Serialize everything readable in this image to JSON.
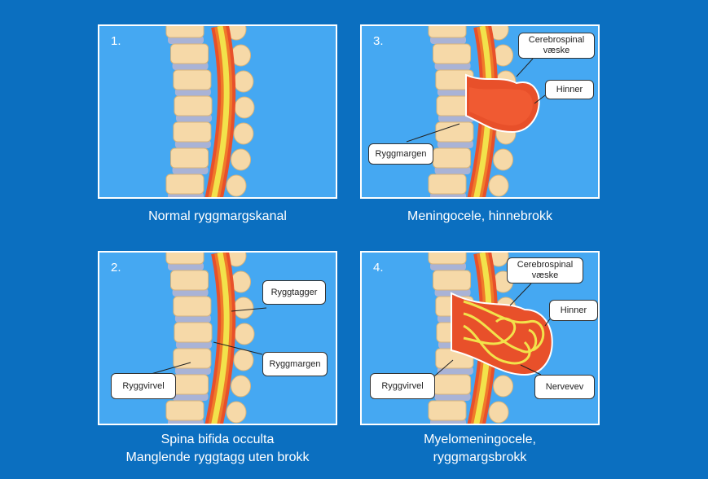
{
  "panels": {
    "p1": {
      "number": "1.",
      "caption": [
        "Normal ryggmargskanal"
      ]
    },
    "p2": {
      "number": "2.",
      "caption": [
        "Spina bifida occulta",
        "Manglende ryggtagg uten brokk"
      ],
      "labels": {
        "spinous": "Ryggtagger",
        "cord": "Ryggmargen",
        "vertebra": "Ryggvirvel"
      }
    },
    "p3": {
      "number": "3.",
      "caption": [
        "Meningocele, hinnebrokk"
      ],
      "labels": {
        "csf": "Cerebrospinal væske",
        "meninges": "Hinner",
        "cord": "Ryggmargen"
      }
    },
    "p4": {
      "number": "4.",
      "caption": [
        "Myelomeningocele,",
        "ryggmargsbrokk"
      ],
      "labels": {
        "csf": "Cerebrospinal væske",
        "meninges": "Hinner",
        "nerve": "Nervevev",
        "vertebra": "Ryggvirvel"
      }
    }
  },
  "colors": {
    "background": "#0b6fc0",
    "panel": "#45a8f2",
    "bone": "#f6d9a8",
    "disc": "#a9b3d6",
    "cord": "#f2e24b",
    "meninges": "#e8502a"
  }
}
